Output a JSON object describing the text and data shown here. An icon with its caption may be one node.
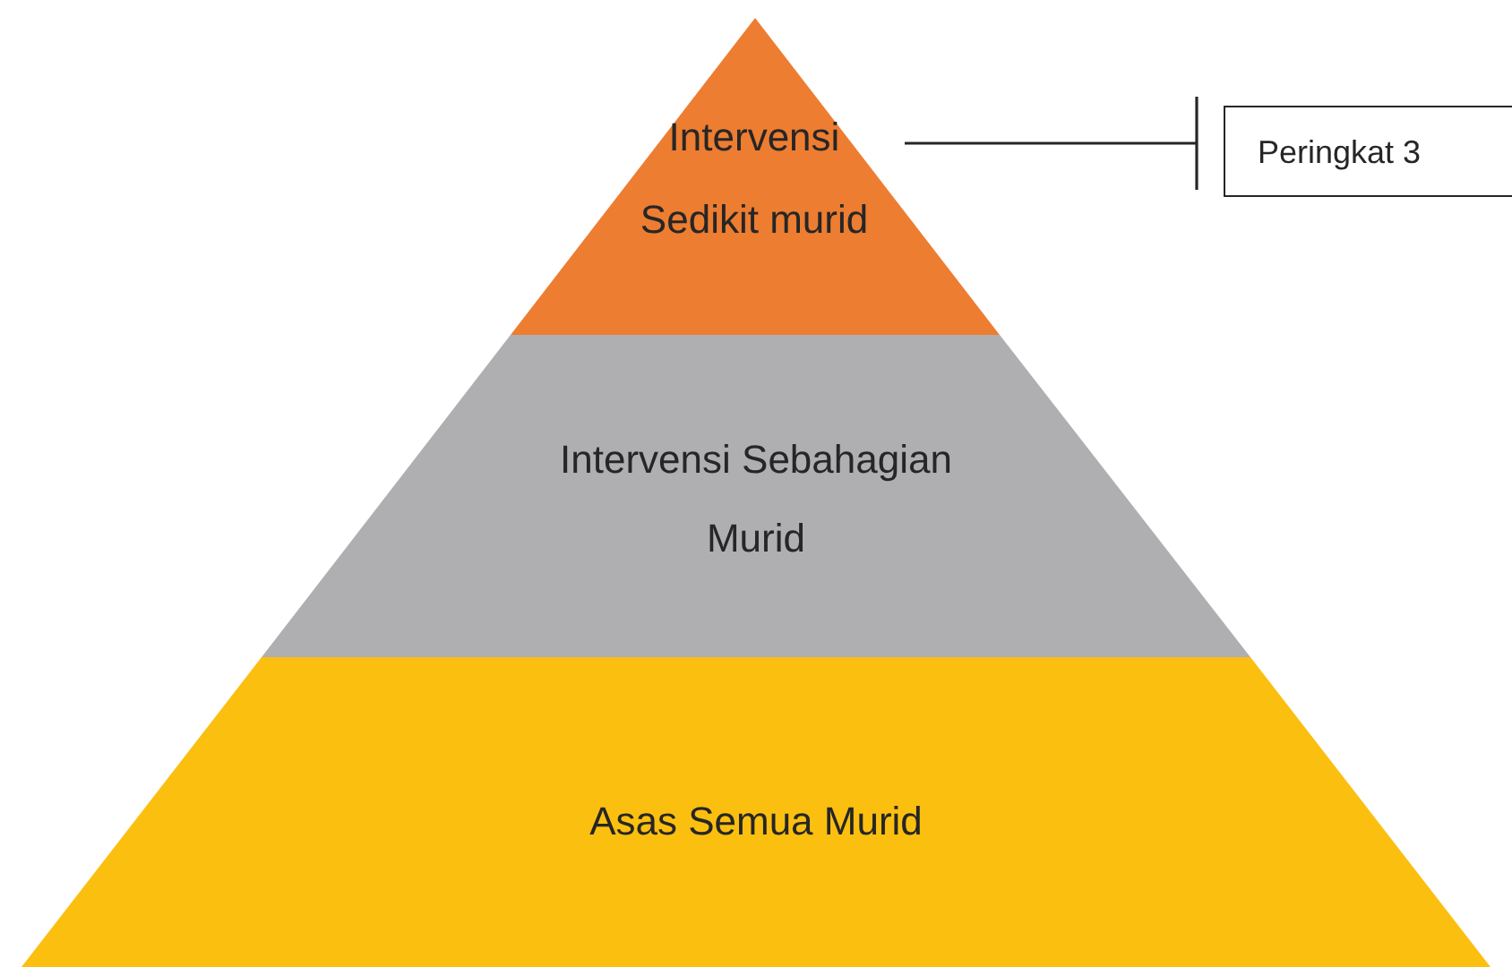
{
  "diagram": {
    "nodes": [
      {
        "text": [
          "Intervensi Sedikit murid"
        ]
      },
      {
        "text": [
          "Intervensi Sebahagian Murid"
        ]
      },
      {
        "text": [
          "Asas Semua Murid"
        ]
      },
      {
        "text": [
          "Peringkat 3"
        ]
      }
    ],
    "edges": [
      {
        "from": 0,
        "to": 3,
        "arrow": "other"
      }
    ]
  }
}
